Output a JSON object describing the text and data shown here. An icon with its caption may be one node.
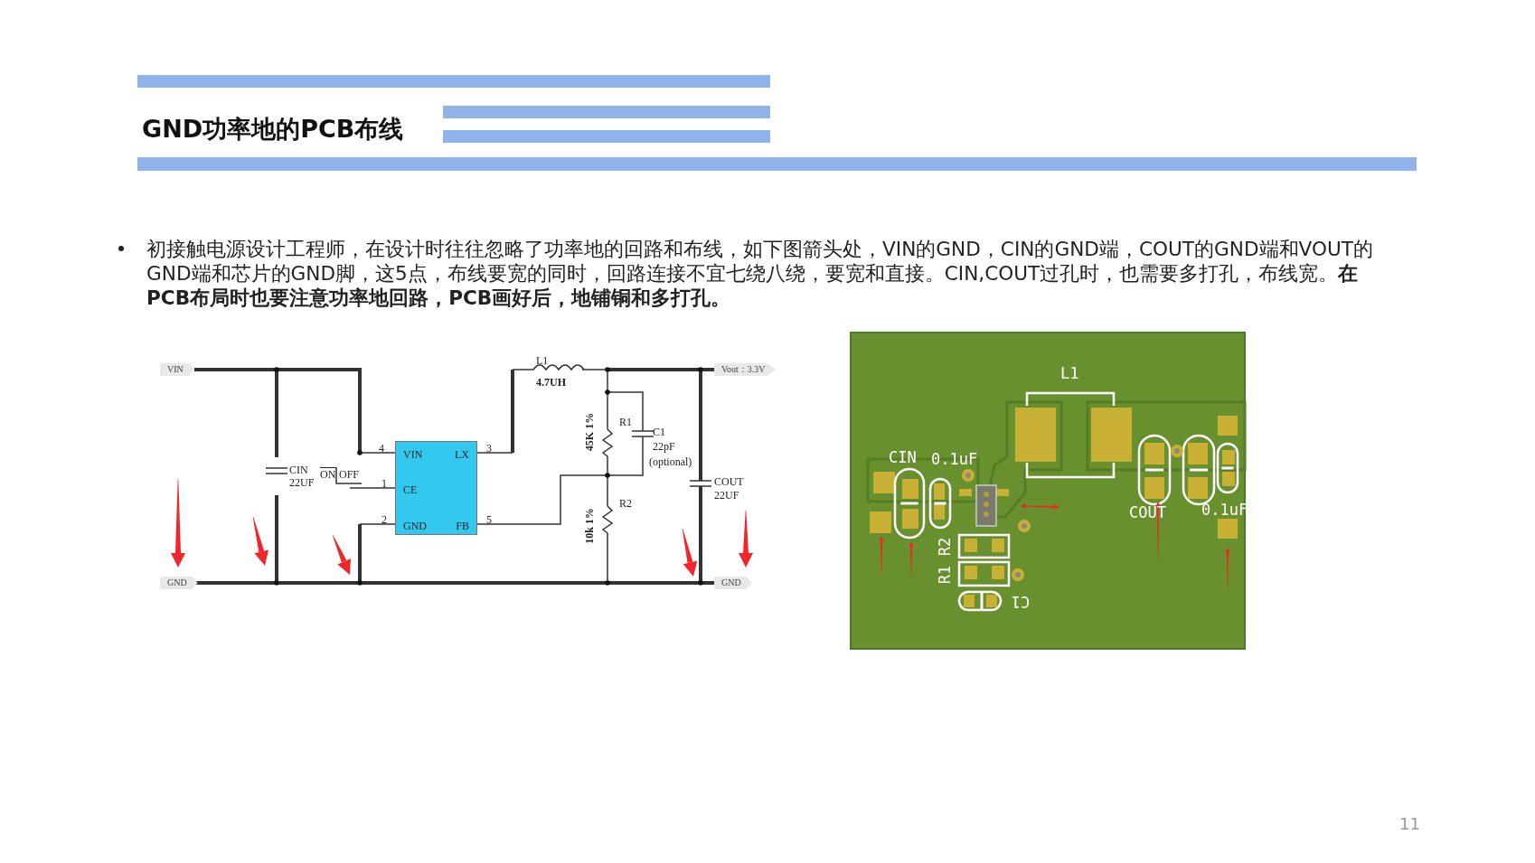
{
  "diagram": {
    "title": "GND功率地的PCB布线",
    "nodes": [
      {
        "text": [
          "VIN",
          "LX",
          "CE",
          "GND",
          "FB"
        ],
        "beside": [
          "4",
          "3",
          "1",
          "2",
          "5"
        ]
      }
    ],
    "labels": [
      "初接触电源设计工程师，在设计时往往忽略了功率地的回路和布线，如下图箭头处，VIN的GND，CIN的GND端，COUT的GND端和VOUT的GND端和芯片的GND脚，这5点，布线要宽的同时，回路连接不宜七绕八绕，要宽和直接。CIN,COUT过孔时，也需要多打孔，布线宽。**在PCB布局时也要注意功率地回路，PCB画好后，地铺铜和多打孔。**",
      "VIN",
      "L1",
      "Vout：3.3V",
      "4.7UH",
      "R1",
      "45K 1%",
      "C1",
      "22pF",
      "(optional)",
      "CIN",
      "22UF",
      "ON",
      "OFF",
      "COUT",
      "22UF",
      "R2",
      "10k 1%",
      "GND",
      "GND",
      "L1",
      "CIN",
      "0.1uF",
      "COUT",
      "0.1uF",
      "R2",
      "R1",
      "C1",
      "11"
    ]
  }
}
